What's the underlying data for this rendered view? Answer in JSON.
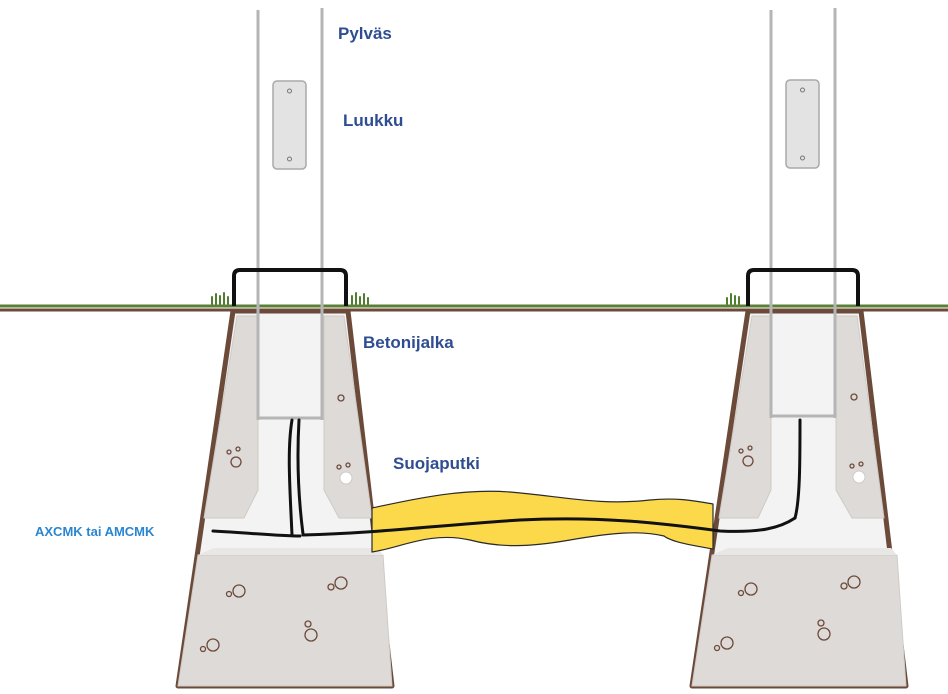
{
  "labels": {
    "pole": "Pylväs",
    "hatch": "Luukku",
    "foundation": "Betonijalka",
    "conduit": "Suojaputki",
    "cable": "AXCMK tai AMCMK"
  },
  "colors": {
    "label_dark": "#2f4d91",
    "label_cable": "#2a86d0",
    "ground": "#5a7f35",
    "soil_line": "#6b4a3a",
    "concrete_fill": "#dedad7",
    "concrete_light": "#f3f3f3",
    "pole": "#b5b5b5",
    "conduit_fill": "#fbd94a",
    "cable": "#111111"
  }
}
